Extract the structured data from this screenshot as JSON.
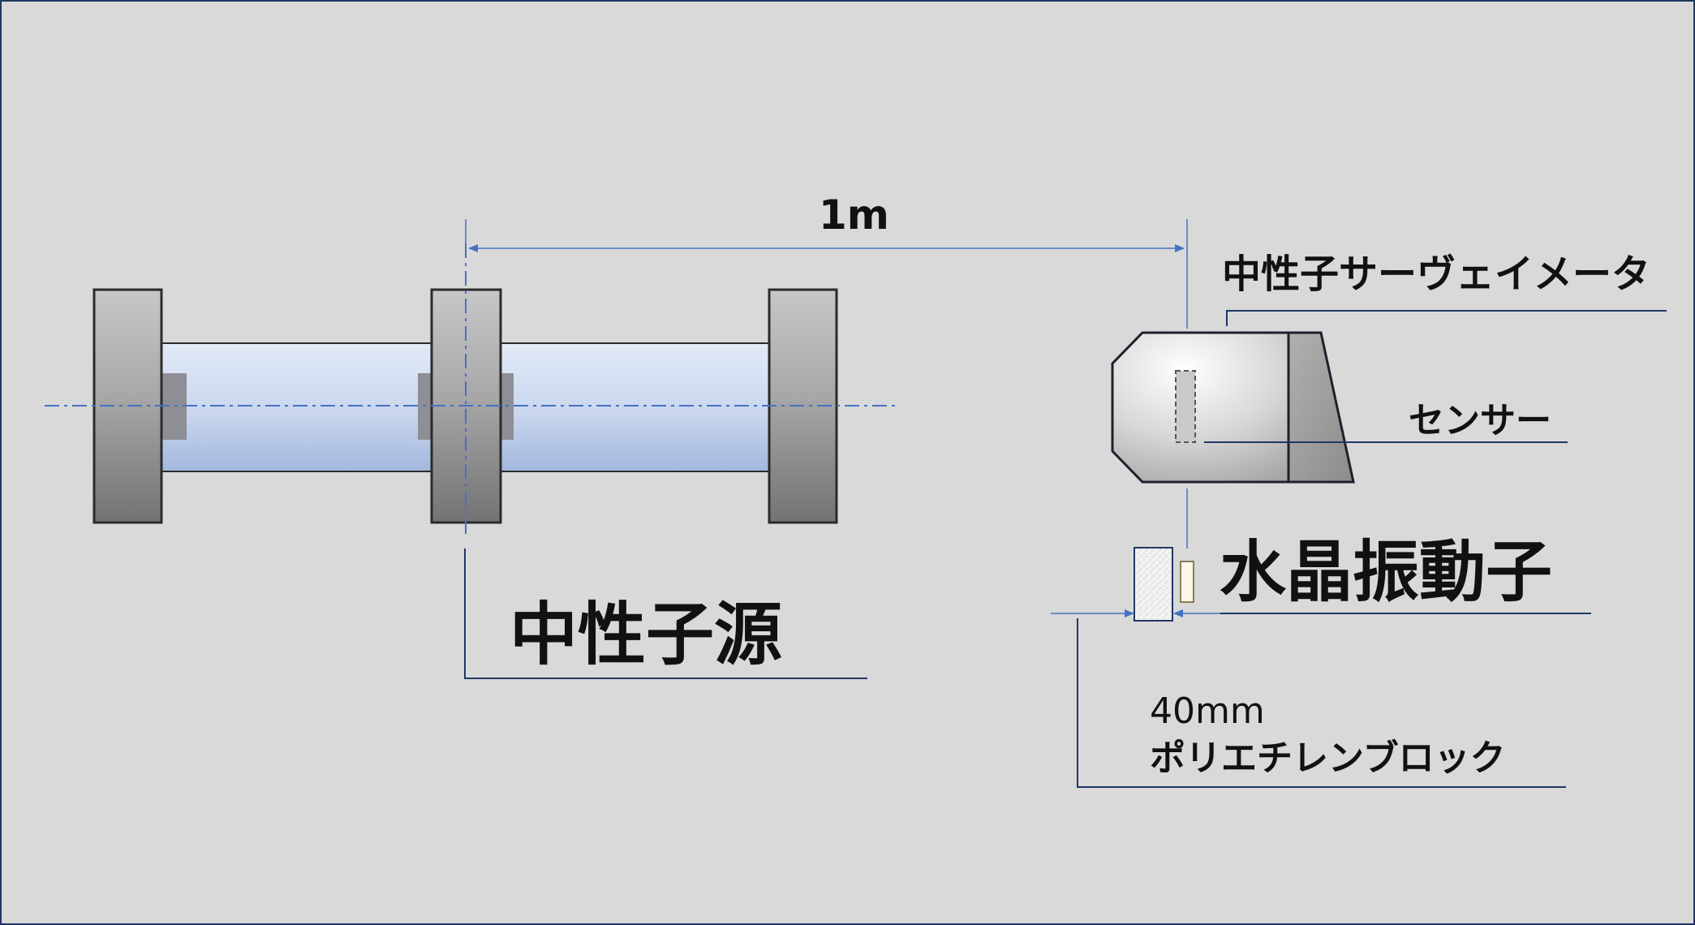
{
  "labels": {
    "distance": "1m",
    "survey_meter": "中性子サーヴェイメータ",
    "sensor": "センサー",
    "crystal": "水晶振動子",
    "source": "中性子源",
    "thickness": "40mm",
    "block": "ポリエチレンブロック"
  },
  "colors": {
    "background": "#d9d9d9",
    "border": "#1f3864",
    "leader_line": "#1f3864",
    "axis_line": "#4472c4",
    "tube_top": "#dce6f5",
    "tube_bottom": "#a8bbe0",
    "flange_light": "#d0d0d0",
    "flange_dark": "#7a7a7a"
  }
}
